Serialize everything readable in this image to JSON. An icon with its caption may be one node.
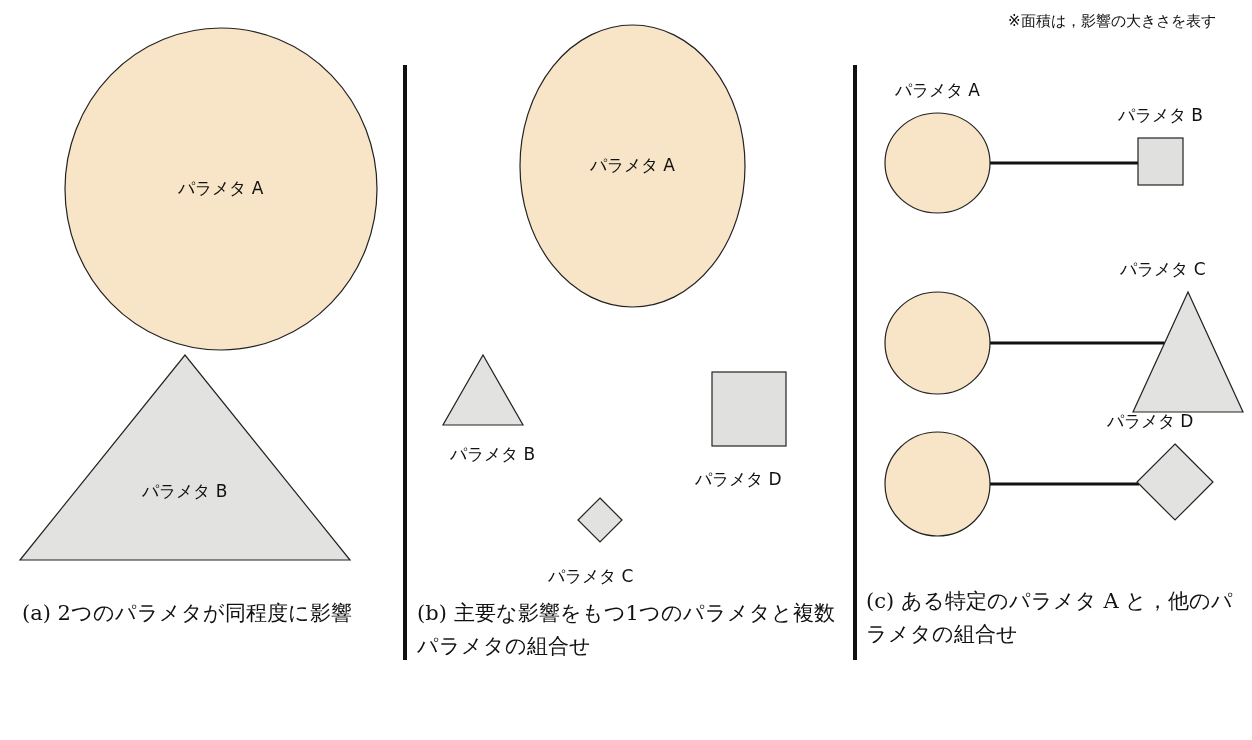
{
  "diagram": {
    "nodes": [
      {
        "text": [
          "パラメタ A"
        ]
      },
      {
        "text": [
          "パラメタ B"
        ]
      },
      {
        "text": [
          "パラメタ A"
        ]
      },
      {
        "text": [],
        "shape": "triangle",
        "beside": [
          "パラメタ B"
        ]
      },
      {
        "text": [],
        "shape": "box",
        "beside": [
          "パラメタ D"
        ]
      },
      {
        "text": [],
        "shape": "diamond",
        "beside": [
          "パラメタ C"
        ]
      },
      {
        "text": [
          "パラメタ A"
        ]
      },
      {
        "text": [
          "パラメタ B"
        ]
      },
      {
        "text": [],
        "shape": "circle"
      },
      {
        "text": [
          "パラメタ C"
        ]
      },
      {
        "text": [],
        "shape": "circle"
      },
      {
        "text": [
          "パラメタ D"
        ]
      }
    ],
    "edges": [
      {
        "from": 6,
        "to": 7,
        "arrow": "none"
      },
      {
        "from": 8,
        "to": 9,
        "arrow": "none"
      },
      {
        "from": 10,
        "to": 11,
        "arrow": "none"
      }
    ],
    "labels": [
      "※面積は，影響の大きさを表す",
      "(a) 2つのパラメタが同程度に影響",
      "(b) 主要な影響をもつ1つのパラメタと複数パラメタの組合せ",
      "(c) ある特定のパラメタ A と，他のパラメタの組合せ"
    ]
  }
}
